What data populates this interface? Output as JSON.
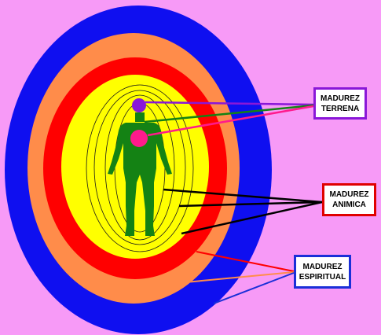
{
  "labels": {
    "terrena": {
      "line1": "MADUREZ",
      "line2": "TERRENA"
    },
    "animica": {
      "line1": "MADUREZ",
      "line2": "ANIMICA"
    },
    "espiritual": {
      "line1": "MADUREZ",
      "line2": "ESPIRITUAL"
    }
  },
  "colors": {
    "background": "#f79af7",
    "outer_ring": "#0f0ff0",
    "orange_ring": "#ff8c4a",
    "red_ring": "#ff0000",
    "inner_field": "#ffff00",
    "body": "#148214",
    "head": "#8a17d8",
    "heart": "#ff1a8c",
    "terrena_border": "#8a17d8",
    "animica_border": "#e00000",
    "espiritual_border": "#1a2fd8"
  }
}
